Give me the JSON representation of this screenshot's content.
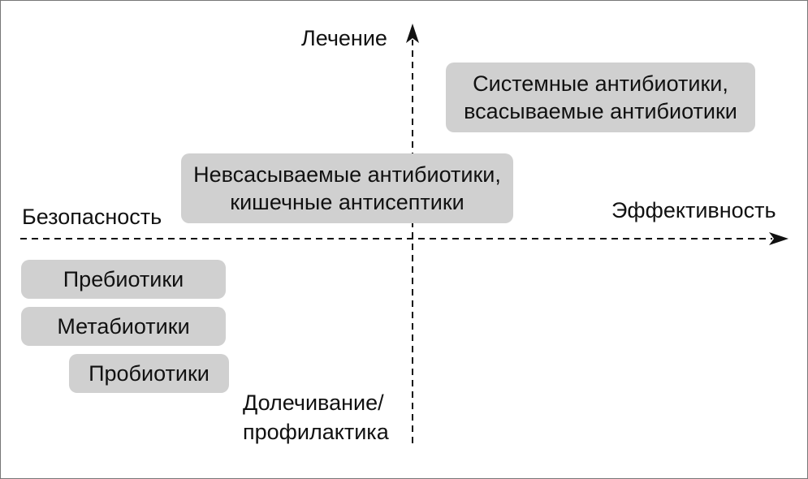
{
  "axes": {
    "top": "Лечение",
    "bottom_line1": "Долечивание/",
    "bottom_line2": "профилактика",
    "left": "Безопасность",
    "right": "Эффективность"
  },
  "boxes": {
    "systemic": {
      "line1": "Системные антибиотики,",
      "line2": "всасываемые антибиотики"
    },
    "nonabsorbed": {
      "line1": "Невсасываемые антибиотики,",
      "line2": "кишечные антисептики"
    },
    "prebiotics": "Пребиотики",
    "metabiotics": "Метабиотики",
    "probiotics": "Пробиотики"
  },
  "colors": {
    "box": "#d0d0d0",
    "line": "#111111"
  }
}
